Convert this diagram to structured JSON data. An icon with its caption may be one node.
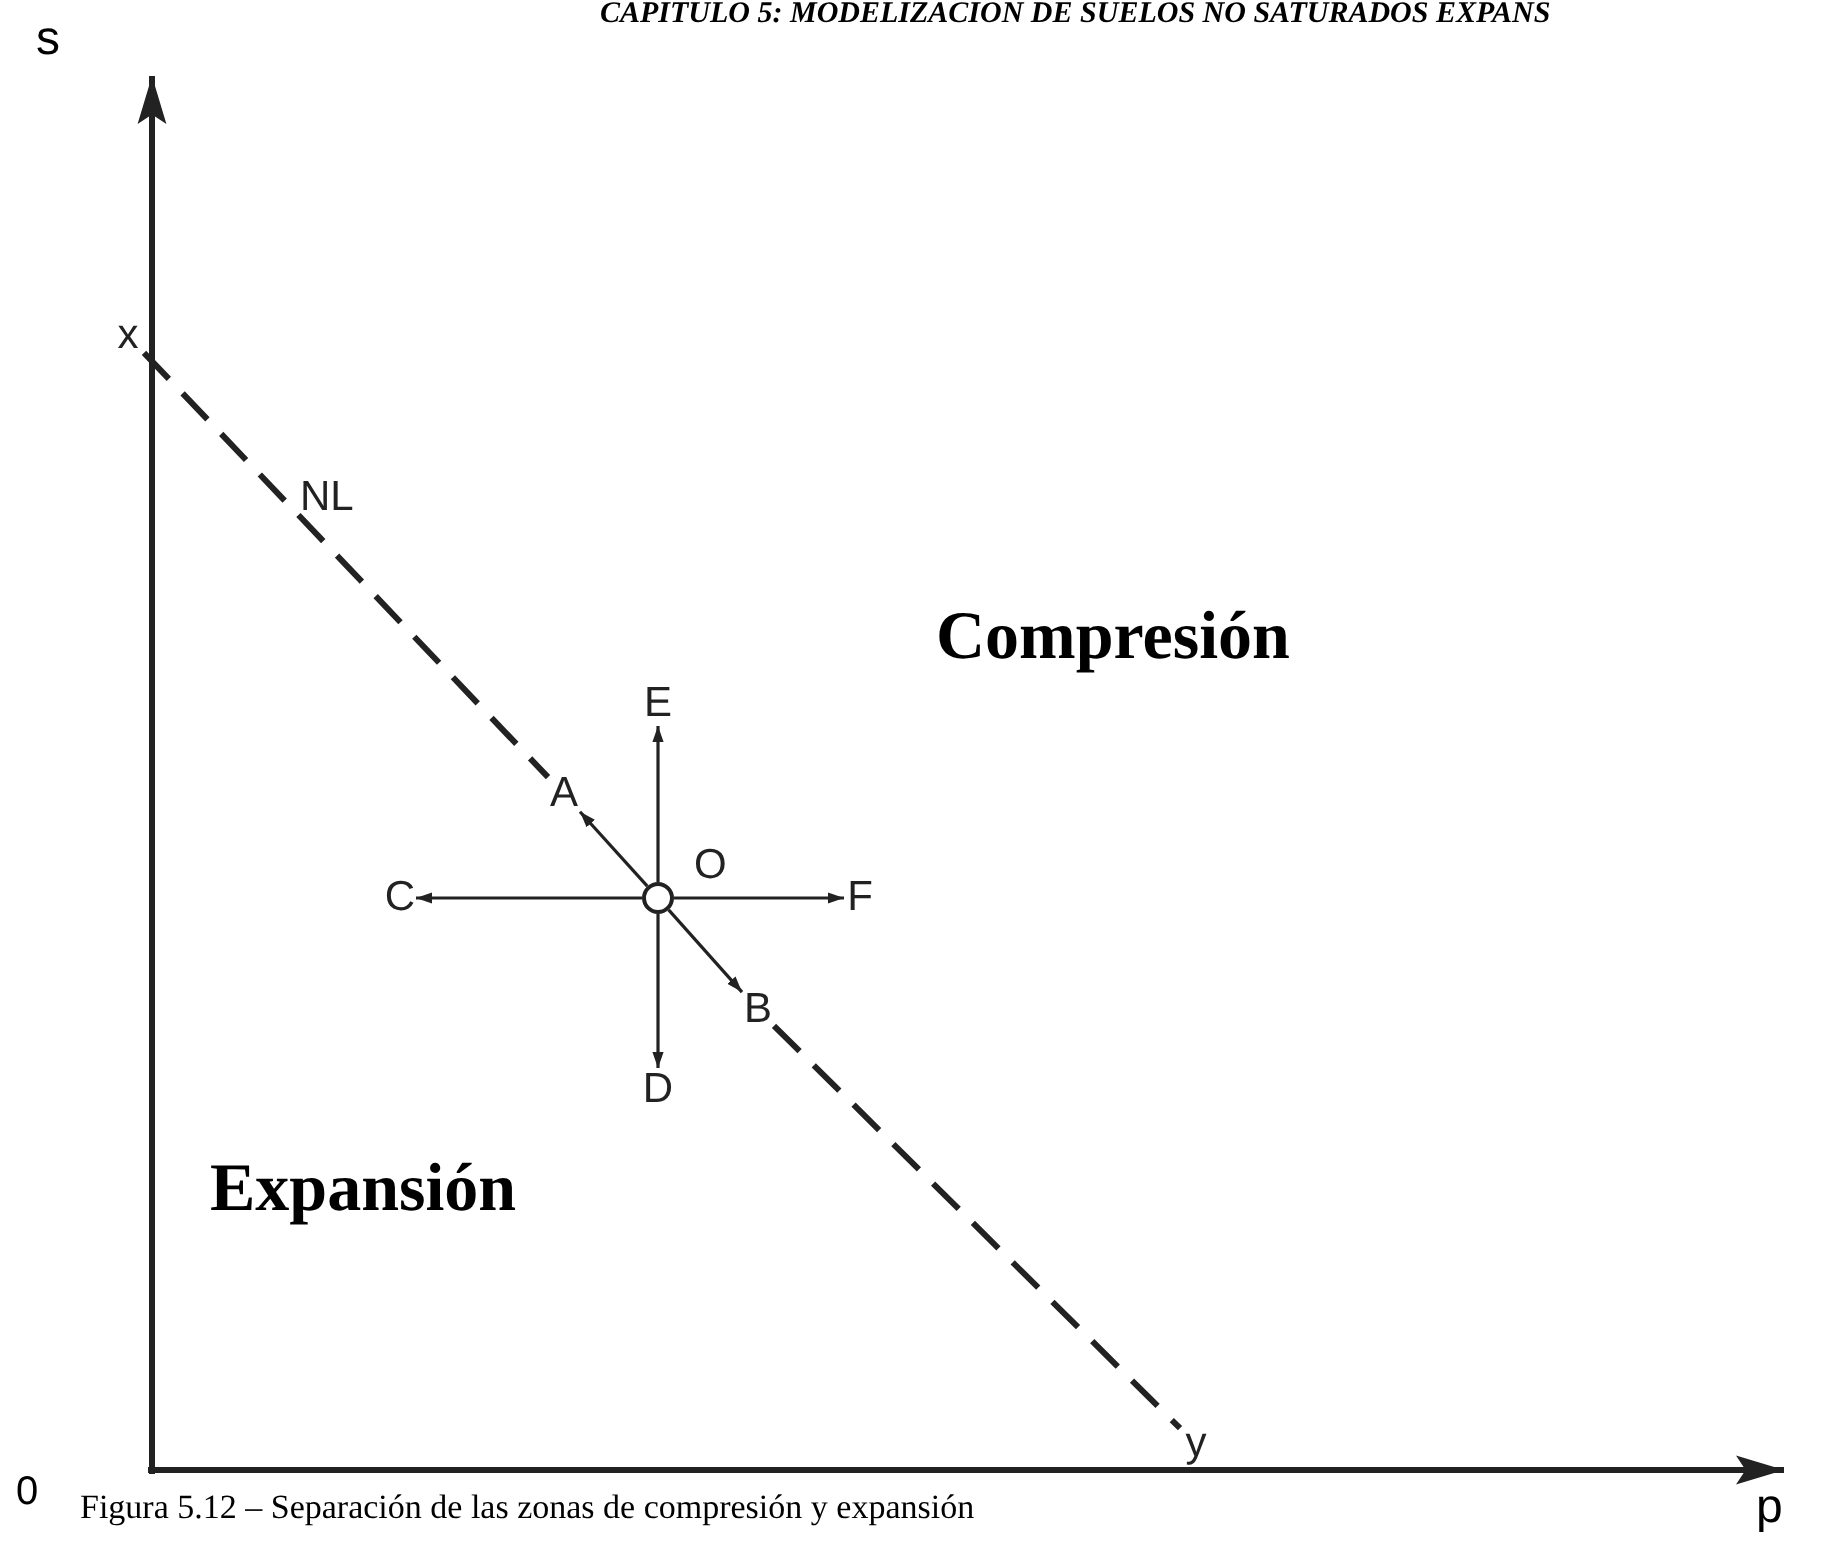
{
  "diagram": {
    "caption": "Figura 5.12 – Separación de las zonas de compresión y expansión",
    "nodes": [
      {
        "text": [
          "x"
        ]
      },
      {
        "text": [
          "y"
        ]
      },
      {
        "text": [
          "O"
        ]
      },
      {
        "text": [
          "A"
        ]
      },
      {
        "text": [
          "B"
        ]
      },
      {
        "text": [
          "C"
        ]
      },
      {
        "text": [
          "D"
        ]
      },
      {
        "text": [
          "E"
        ]
      },
      {
        "text": [
          "F"
        ]
      }
    ],
    "edges": [
      {
        "from": 0,
        "to": 3,
        "arrow": "none",
        "style": "dashed",
        "label": "NL"
      },
      {
        "from": 4,
        "to": 1,
        "arrow": "none",
        "style": "dashed"
      },
      {
        "from": 2,
        "to": 3,
        "arrow": "to"
      },
      {
        "from": 2,
        "to": 4,
        "arrow": "to"
      },
      {
        "from": 2,
        "to": 5,
        "arrow": "to"
      },
      {
        "from": 2,
        "to": 6,
        "arrow": "to"
      },
      {
        "from": 2,
        "to": 7,
        "arrow": "to"
      },
      {
        "from": 2,
        "to": 8,
        "arrow": "to"
      }
    ],
    "labels": [
      "CAPITULO 5: MODELIZACION DE SUELOS NO SATURADOS EXPANS",
      "s",
      "Compresión",
      "Expansión",
      "0",
      "p"
    ]
  }
}
